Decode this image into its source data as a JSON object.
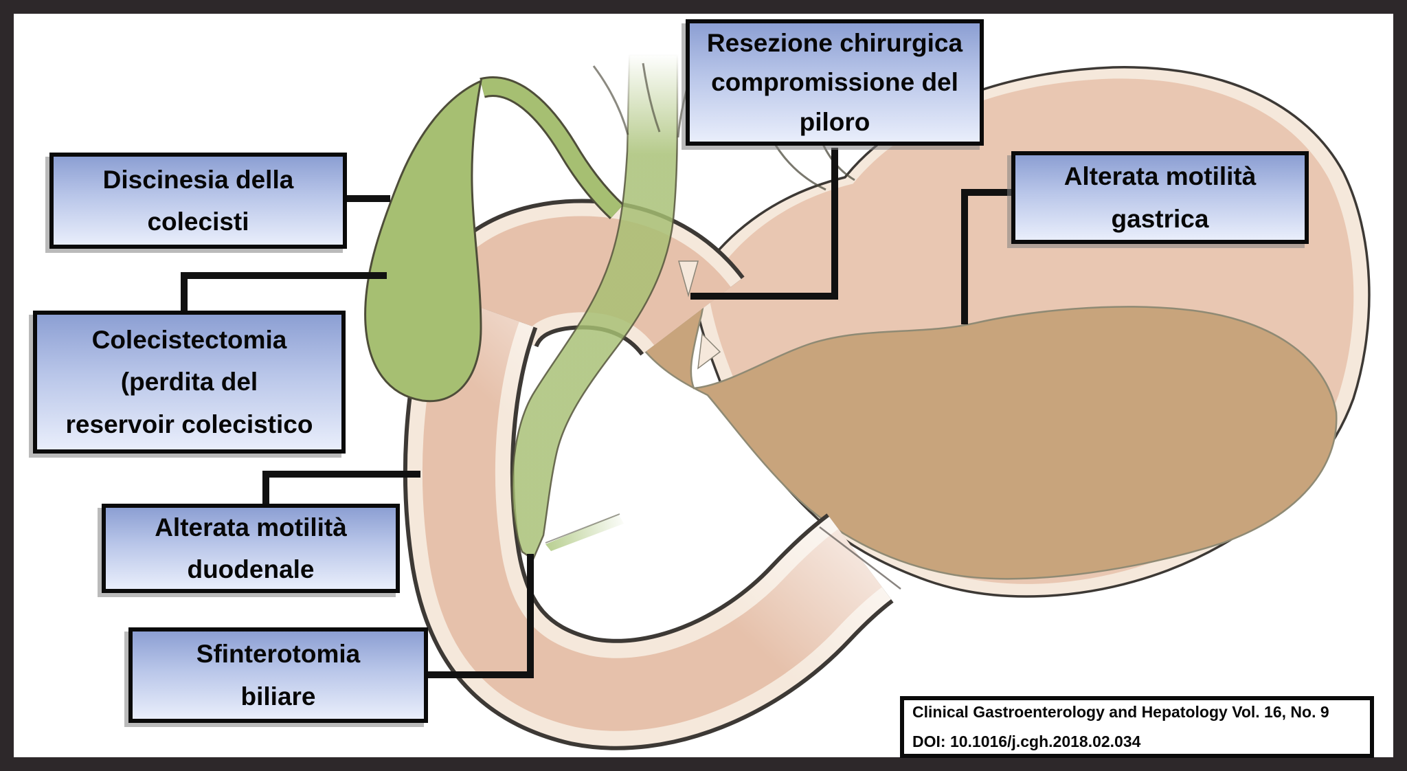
{
  "callouts": {
    "gallbladder_dyskinesia": {
      "line1": "Discinesia della",
      "line2": "colecisti"
    },
    "cholecystectomy": {
      "line1": "Colecistectomia",
      "line2": "(perdita del",
      "line3": "reservoir colecistico"
    },
    "duodenal_motility": {
      "line1": "Alterata motilità",
      "line2": "duodenale"
    },
    "biliary_sphincterotomy": {
      "line1": "Sfinterotomia",
      "line2": "biliare"
    },
    "pyloric_resection": {
      "line1": "Resezione chirurgica",
      "line2": "compromissione del",
      "line3": "piloro"
    },
    "gastric_motility": {
      "line1": "Alterata motilità",
      "line2": "gastrica"
    }
  },
  "citation": {
    "line1": "Clinical Gastroenterology and Hepatology Vol. 16, No. 9",
    "line2": "DOI: 10.1016/j.cgh.2018.02.034"
  },
  "colors": {
    "callout_gradient_top": "#8c9fd3",
    "callout_gradient_bottom": "#e9eefb",
    "biliary_green": "#a6bf72",
    "gi_wall_pink": "#e8c3ae",
    "gastric_contents_tan": "#c8a47c",
    "serosa_cream": "#f5e8db",
    "outline_dark": "#3d3935",
    "frame_dark": "#2d282a",
    "connector_black": "#111111"
  }
}
